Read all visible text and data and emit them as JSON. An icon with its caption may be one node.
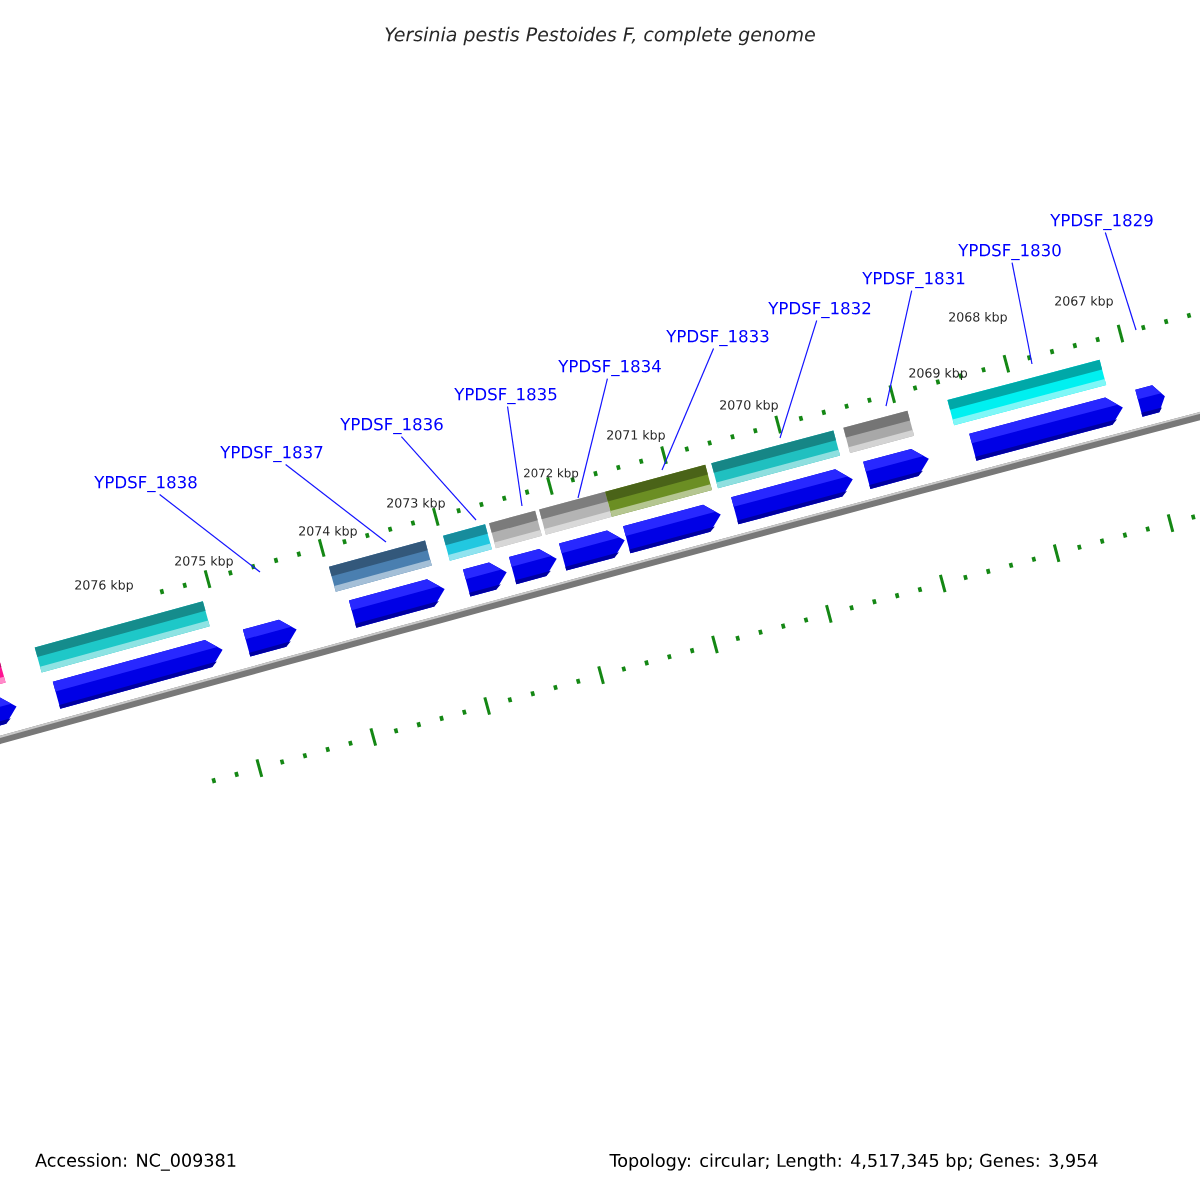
{
  "diagram": {
    "title": "Yersinia pestis Pestoides F, complete genome",
    "nodes": [
      {
        "text": [
          "YPDSF_1838"
        ]
      },
      {
        "text": [
          "YPDSF_1837"
        ]
      },
      {
        "text": [
          "YPDSF_1836"
        ]
      },
      {
        "text": [
          "YPDSF_1835"
        ]
      },
      {
        "text": [
          "YPDSF_1834"
        ]
      },
      {
        "text": [
          "YPDSF_1833"
        ]
      },
      {
        "text": [
          "YPDSF_1832"
        ]
      },
      {
        "text": [
          "YPDSF_1831"
        ]
      },
      {
        "text": [
          "YPDSF_1830"
        ]
      },
      {
        "text": [
          "YPDSF_1829"
        ]
      }
    ],
    "edges": [
      {
        "from": 0,
        "to": null,
        "arrow": "none"
      },
      {
        "from": 1,
        "to": null,
        "arrow": "none"
      },
      {
        "from": 2,
        "to": null,
        "arrow": "none"
      },
      {
        "from": 3,
        "to": null,
        "arrow": "none"
      },
      {
        "from": 4,
        "to": null,
        "arrow": "none"
      },
      {
        "from": 5,
        "to": null,
        "arrow": "none"
      },
      {
        "from": 6,
        "to": null,
        "arrow": "none"
      },
      {
        "from": 7,
        "to": null,
        "arrow": "none"
      },
      {
        "from": 8,
        "to": null,
        "arrow": "none"
      },
      {
        "from": 9,
        "to": null,
        "arrow": "none"
      }
    ],
    "labels": [
      "2076 kbp",
      "2075 kbp",
      "2074 kbp",
      "2073 kbp",
      "2072 kbp",
      "2071 kbp",
      "2070 kbp",
      "2069 kbp",
      "2068 kbp",
      "2067 kbp",
      "Accession: NC_009381",
      "Topology: circular; Length: 4,517,345 bp; Genes: 3,954"
    ]
  }
}
